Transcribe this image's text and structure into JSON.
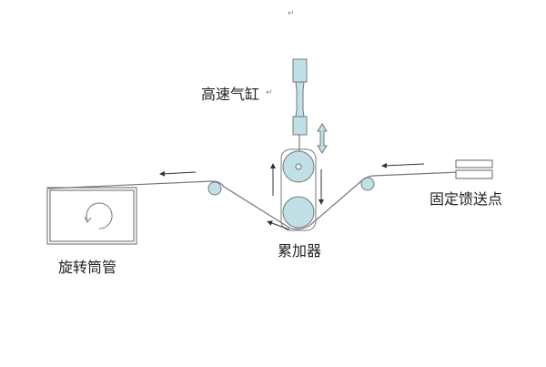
{
  "labels": {
    "cylinder": "高速气缸",
    "accumulator": "累加器",
    "spool": "旋转筒管",
    "feed_point": "固定馈送点"
  },
  "return_mark": "↵",
  "colors": {
    "roller_fill": "#bfe0e6",
    "line": "#666666"
  }
}
